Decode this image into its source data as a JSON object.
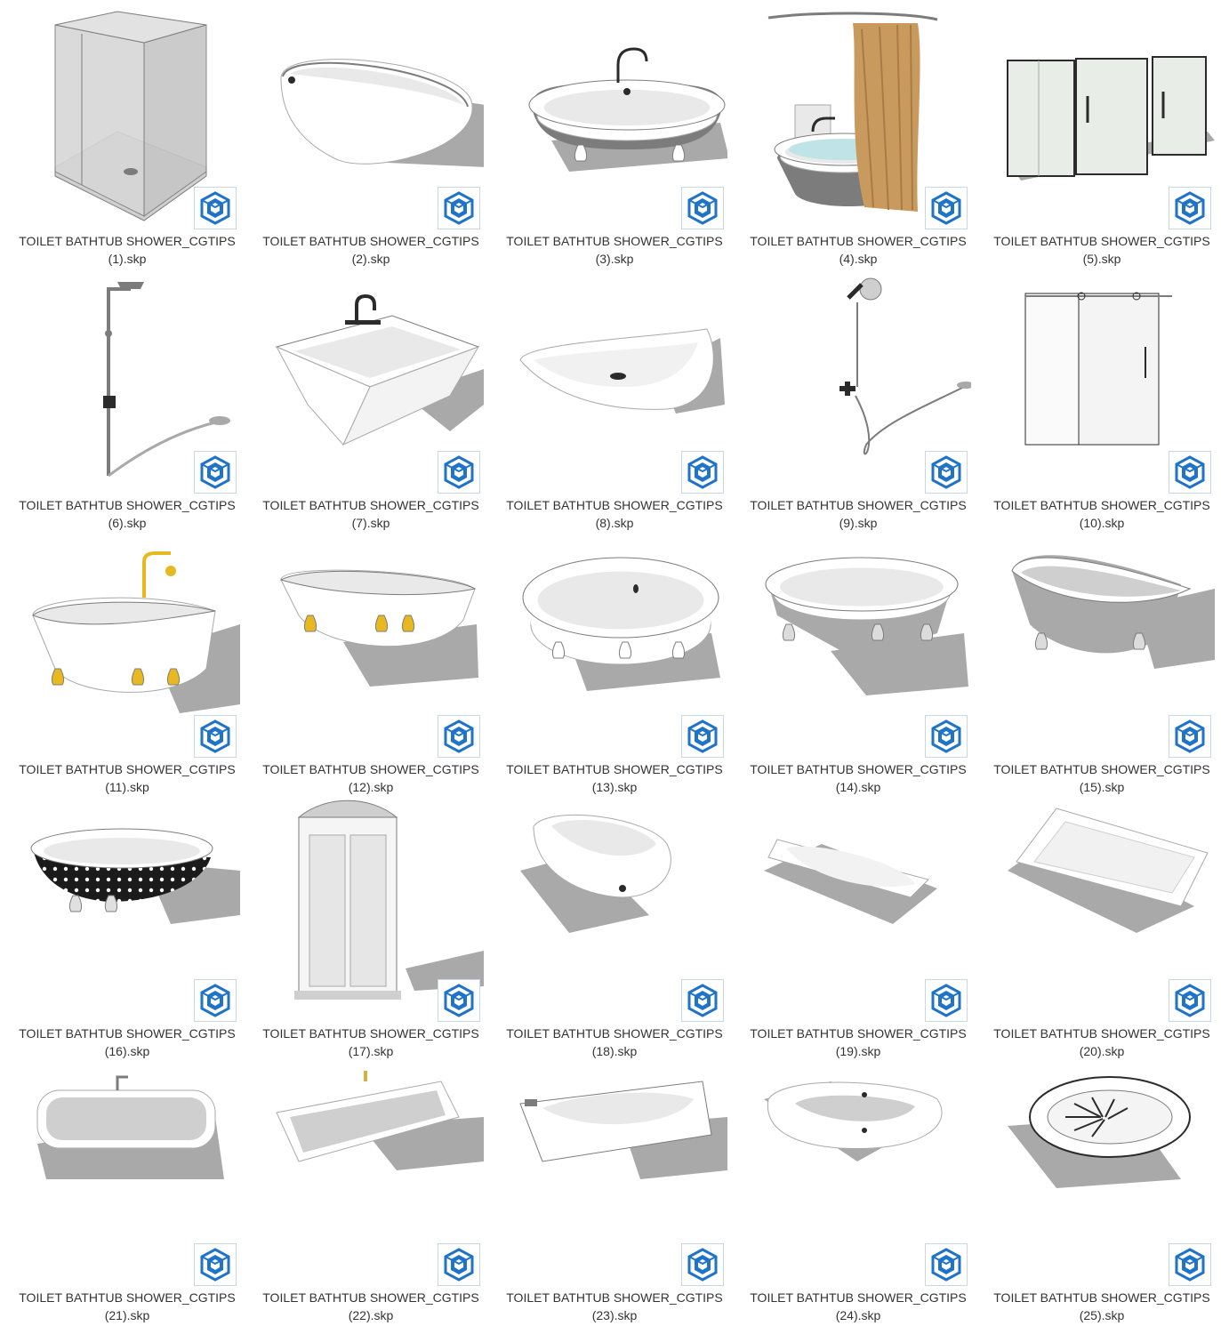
{
  "colors": {
    "background": "#ffffff",
    "text": "#333333",
    "badge_blue": "#1f73c8",
    "badge_border": "#c9d6e4"
  },
  "badge_icon": "sketchup-logo-icon",
  "files": [
    {
      "line1": "TOILET BATHTUB SHOWER_CGTIPS",
      "line2": "(1).skp",
      "thumb": "glass-shower-enclosure"
    },
    {
      "line1": "TOILET BATHTUB SHOWER_CGTIPS",
      "line2": "(2).skp",
      "thumb": "oval-freestanding-tub"
    },
    {
      "line1": "TOILET BATHTUB SHOWER_CGTIPS",
      "line2": "(3).skp",
      "thumb": "clawfoot-tub-faucet"
    },
    {
      "line1": "TOILET BATHTUB SHOWER_CGTIPS",
      "line2": "(4).skp",
      "thumb": "tub-shower-curtain"
    },
    {
      "line1": "TOILET BATHTUB SHOWER_CGTIPS",
      "line2": "(5).skp",
      "thumb": "glass-shower-doors"
    },
    {
      "line1": "TOILET BATHTUB SHOWER_CGTIPS",
      "line2": "(6).skp",
      "thumb": "shower-column"
    },
    {
      "line1": "TOILET BATHTUB SHOWER_CGTIPS",
      "line2": "(7).skp",
      "thumb": "rectangular-tub-faucet"
    },
    {
      "line1": "TOILET BATHTUB SHOWER_CGTIPS",
      "line2": "(8).skp",
      "thumb": "slipper-tub"
    },
    {
      "line1": "TOILET BATHTUB SHOWER_CGTIPS",
      "line2": "(9).skp",
      "thumb": "hand-shower-set"
    },
    {
      "line1": "TOILET BATHTUB SHOWER_CGTIPS",
      "line2": "(10).skp",
      "thumb": "sliding-glass-door"
    },
    {
      "line1": "TOILET BATHTUB SHOWER_CGTIPS",
      "line2": "(11).skp",
      "thumb": "gold-clawfoot-tub"
    },
    {
      "line1": "TOILET BATHTUB SHOWER_CGTIPS",
      "line2": "(12).skp",
      "thumb": "gold-feet-tub"
    },
    {
      "line1": "TOILET BATHTUB SHOWER_CGTIPS",
      "line2": "(13).skp",
      "thumb": "white-clawfoot-tub"
    },
    {
      "line1": "TOILET BATHTUB SHOWER_CGTIPS",
      "line2": "(14).skp",
      "thumb": "grey-clawfoot-tub"
    },
    {
      "line1": "TOILET BATHTUB SHOWER_CGTIPS",
      "line2": "(15).skp",
      "thumb": "grey-slipper-tub"
    },
    {
      "line1": "TOILET BATHTUB SHOWER_CGTIPS",
      "line2": "(16).skp",
      "thumb": "polka-dot-tub"
    },
    {
      "line1": "TOILET BATHTUB SHOWER_CGTIPS",
      "line2": "(17).skp",
      "thumb": "ornate-shower-cabinet"
    },
    {
      "line1": "TOILET BATHTUB SHOWER_CGTIPS",
      "line2": "(18).skp",
      "thumb": "small-oval-tub"
    },
    {
      "line1": "TOILET BATHTUB SHOWER_CGTIPS",
      "line2": "(19).skp",
      "thumb": "built-in-tub"
    },
    {
      "line1": "TOILET BATHTUB SHOWER_CGTIPS",
      "line2": "(20).skp",
      "thumb": "drop-in-tub"
    },
    {
      "line1": "TOILET BATHTUB SHOWER_CGTIPS",
      "line2": "(21).skp",
      "thumb": "modern-rectangular-tub"
    },
    {
      "line1": "TOILET BATHTUB SHOWER_CGTIPS",
      "line2": "(22).skp",
      "thumb": "low-rectangular-tub"
    },
    {
      "line1": "TOILET BATHTUB SHOWER_CGTIPS",
      "line2": "(23).skp",
      "thumb": "alcove-tub"
    },
    {
      "line1": "TOILET BATHTUB SHOWER_CGTIPS",
      "line2": "(24).skp",
      "thumb": "oval-drop-in-tub"
    },
    {
      "line1": "TOILET BATHTUB SHOWER_CGTIPS",
      "line2": "(25).skp",
      "thumb": "patterned-vessel-tub"
    }
  ]
}
